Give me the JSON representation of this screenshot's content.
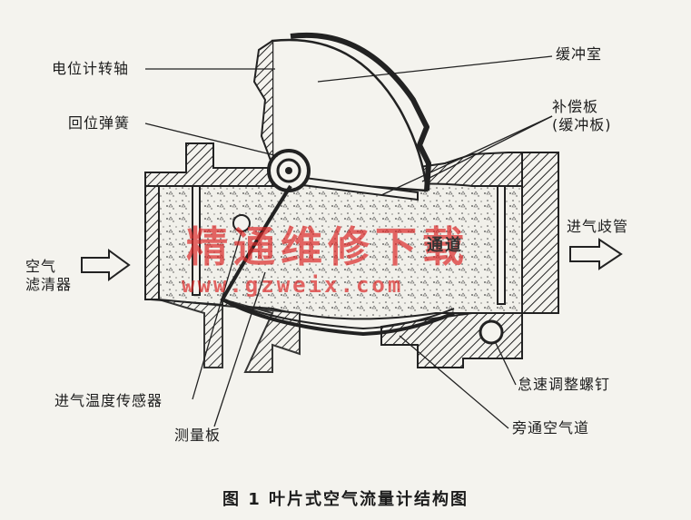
{
  "labels": {
    "potentiometer_shaft": "电位计转轴",
    "return_spring": "回位弹簧",
    "damping_chamber": "缓冲室",
    "compensation_plate": "补偿板\n(缓冲板)",
    "air_filter": "空气\n滤清器",
    "intake_manifold": "进气歧管",
    "intake_temp_sensor": "进气温度传感器",
    "measuring_plate": "测量板",
    "idle_adjust_screw": "怠速调整螺钉",
    "bypass_air_passage": "旁通空气道",
    "main_passage": "通道"
  },
  "caption": "图 1    叶片式空气流量计结构图",
  "watermark": {
    "cn": "精通维修下载",
    "url": "www.gzweix.com"
  },
  "colors": {
    "ink": "#1c1c1c",
    "paper": "#f4f3ee",
    "watermark": "#dc2828"
  }
}
